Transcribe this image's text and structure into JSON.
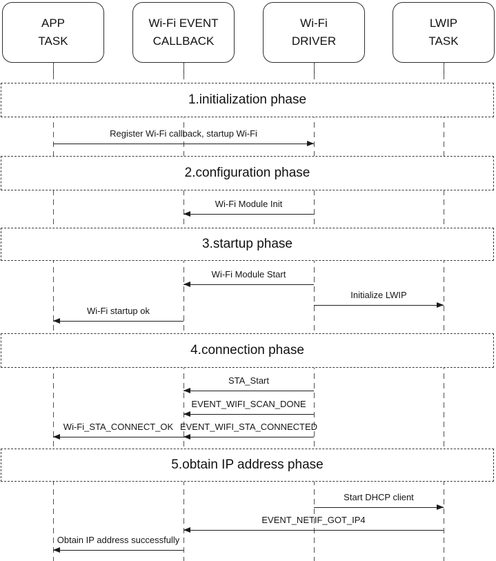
{
  "actors": [
    {
      "id": "app-task",
      "lines": [
        "APP",
        "TASK"
      ]
    },
    {
      "id": "wifi-event-callback",
      "lines": [
        "Wi-Fi EVENT",
        "CALLBACK"
      ]
    },
    {
      "id": "wifi-driver",
      "lines": [
        "Wi-Fi",
        "DRIVER"
      ]
    },
    {
      "id": "lwip-task",
      "lines": [
        "LWIP",
        "TASK"
      ]
    }
  ],
  "phases": [
    {
      "label": "1.initialization phase"
    },
    {
      "label": "2.configuration phase"
    },
    {
      "label": "3.startup phase"
    },
    {
      "label": "4.connection phase"
    },
    {
      "label": "5.obtain IP address phase"
    }
  ],
  "messages": [
    {
      "label": "Register Wi-Fi callback, startup Wi-Fi",
      "from": "APP TASK",
      "to": "Wi-Fi DRIVER",
      "direction": "right"
    },
    {
      "label": "Wi-Fi Module Init",
      "from": "Wi-Fi DRIVER",
      "to": "Wi-Fi EVENT CALLBACK",
      "direction": "left"
    },
    {
      "label": "Wi-Fi Module Start",
      "from": "Wi-Fi DRIVER",
      "to": "Wi-Fi EVENT CALLBACK",
      "direction": "left"
    },
    {
      "label": "Initialize LWIP",
      "from": "Wi-Fi DRIVER",
      "to": "LWIP TASK",
      "direction": "right"
    },
    {
      "label": "Wi-Fi startup ok",
      "from": "Wi-Fi EVENT CALLBACK",
      "to": "APP TASK",
      "direction": "left"
    },
    {
      "label": "STA_Start",
      "from": "Wi-Fi DRIVER",
      "to": "Wi-Fi EVENT CALLBACK",
      "direction": "left"
    },
    {
      "label": "EVENT_WIFI_SCAN_DONE",
      "from": "Wi-Fi DRIVER",
      "to": "Wi-Fi EVENT CALLBACK",
      "direction": "left"
    },
    {
      "label": "Wi-Fi_STA_CONNECT_OK",
      "from": "Wi-Fi EVENT CALLBACK",
      "to": "APP TASK",
      "direction": "left"
    },
    {
      "label": "EVENT_WIFI_STA_CONNECTED",
      "from": "Wi-Fi DRIVER",
      "to": "Wi-Fi EVENT CALLBACK",
      "direction": "left"
    },
    {
      "label": "Start DHCP client",
      "from": "Wi-Fi DRIVER",
      "to": "LWIP TASK",
      "direction": "right"
    },
    {
      "label": "EVENT_NETIF_GOT_IP4",
      "from": "LWIP TASK",
      "to": "Wi-Fi EVENT CALLBACK",
      "direction": "left"
    },
    {
      "label": "Obtain IP address successfully",
      "from": "Wi-Fi EVENT CALLBACK",
      "to": "APP TASK",
      "direction": "left"
    }
  ],
  "colors": {
    "background": "#ffffff",
    "text": "#111111",
    "arrow_line": "#1c1c1c",
    "lifeline": "#4f4f4f",
    "border": "#2e2e2e"
  }
}
